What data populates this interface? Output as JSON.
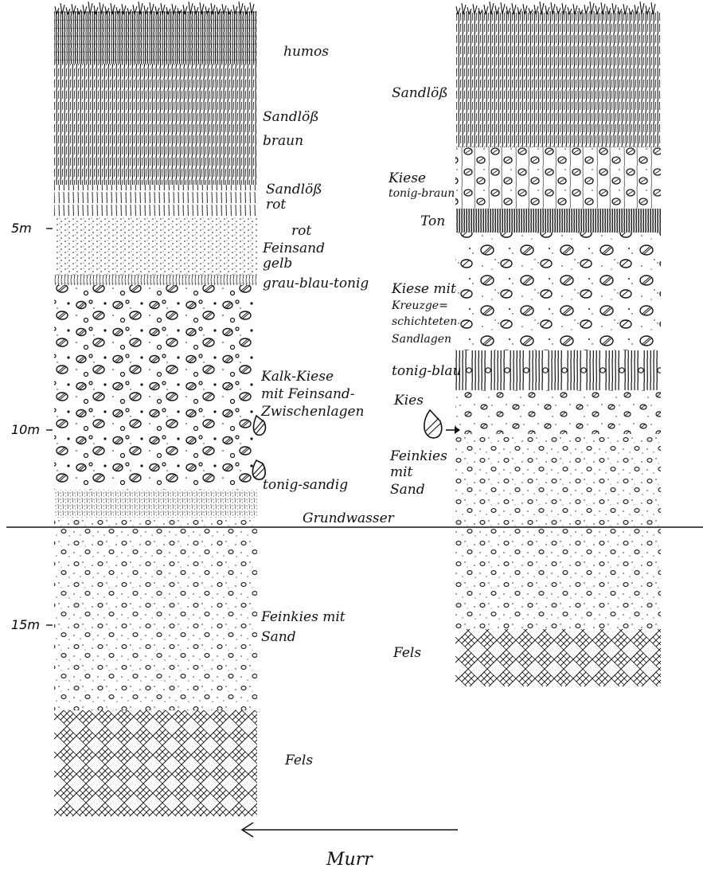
{
  "left_column": {
    "layers": [
      {
        "lines": [
          "humos"
        ],
        "pattern": "humus"
      },
      {
        "lines": [
          "Sandlöß",
          "braun"
        ],
        "pattern": "loess-dense"
      },
      {
        "lines": [
          "Sandlöß",
          "rot"
        ],
        "pattern": "loess-light"
      },
      {
        "lines": [
          "rot"
        ],
        "pattern": "fine-sand"
      },
      {
        "lines": [
          "Feinsand",
          "gelb"
        ],
        "pattern": "fine-sand"
      },
      {
        "lines": [
          "grau-blau-tonig"
        ],
        "pattern": "clayey"
      },
      {
        "lines": [
          "Kalk-Kiese",
          "mit Feinsand-",
          "Zwischenlagen"
        ],
        "pattern": "coarse-gravel"
      },
      {
        "lines": [
          "tonig-sandig"
        ],
        "pattern": "clayey-sand"
      },
      {
        "lines": [
          "Feinkies mit",
          "Sand"
        ],
        "pattern": "fine-gravel-sand"
      },
      {
        "lines": [
          "Fels"
        ],
        "pattern": "rock"
      }
    ],
    "depth_marks": [
      "5m",
      "10m",
      "15m"
    ]
  },
  "right_column": {
    "layers": [
      {
        "lines": [
          "Sandlöß"
        ],
        "pattern": "loess-dense"
      },
      {
        "lines": [
          "Kiese",
          "tonig-braun"
        ],
        "pattern": "gravel-clay"
      },
      {
        "lines": [
          "Ton"
        ],
        "pattern": "clay"
      },
      {
        "lines": [
          "Kiese mit",
          "Kreuzge=",
          "schichteten",
          "Sandlagen"
        ],
        "pattern": "gravel-cross"
      },
      {
        "lines": [
          "tonig-blau"
        ],
        "pattern": "clay-blue"
      },
      {
        "lines": [
          "Kies"
        ],
        "pattern": "gravel"
      },
      {
        "lines": [
          "Feinkies",
          "mit",
          "Sand"
        ],
        "pattern": "fine-gravel-sand"
      },
      {
        "lines": [
          "Fels"
        ],
        "pattern": "rock"
      }
    ]
  },
  "groundwater_label": "Grundwasser",
  "river_label": "Murr"
}
